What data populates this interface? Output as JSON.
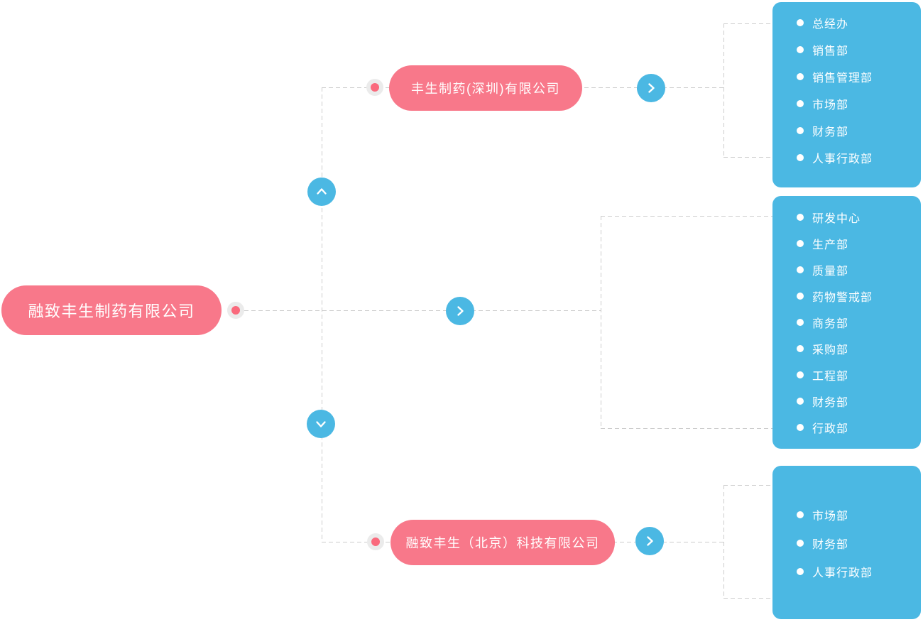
{
  "colors": {
    "node_pink": "#F8788A",
    "dot_pink": "#FA6A7D",
    "dot_ring": "#EBEBEB",
    "panel_blue": "#4BB8E3",
    "line_gray": "#CCCCCC",
    "text_white": "#FFFFFF"
  },
  "root": {
    "label": "融致丰生制药有限公司",
    "departments": [
      "研发中心",
      "生产部",
      "质量部",
      "药物警戒部",
      "商务部",
      "采购部",
      "工程部",
      "财务部",
      "行政部"
    ]
  },
  "subsidiaries": [
    {
      "label": "丰生制药(深圳)有限公司",
      "departments": [
        "总经办",
        "销售部",
        "销售管理部",
        "市场部",
        "财务部",
        "人事行政部"
      ]
    },
    {
      "label": "融致丰生（北京）科技有限公司",
      "departments": [
        "市场部",
        "财务部",
        "人事行政部"
      ]
    }
  ],
  "icons": {
    "chevron_up": "⌃",
    "chevron_down": "⌄",
    "chevron_right": "›",
    "department_bullet": "●",
    "connector_dot": "◉"
  }
}
